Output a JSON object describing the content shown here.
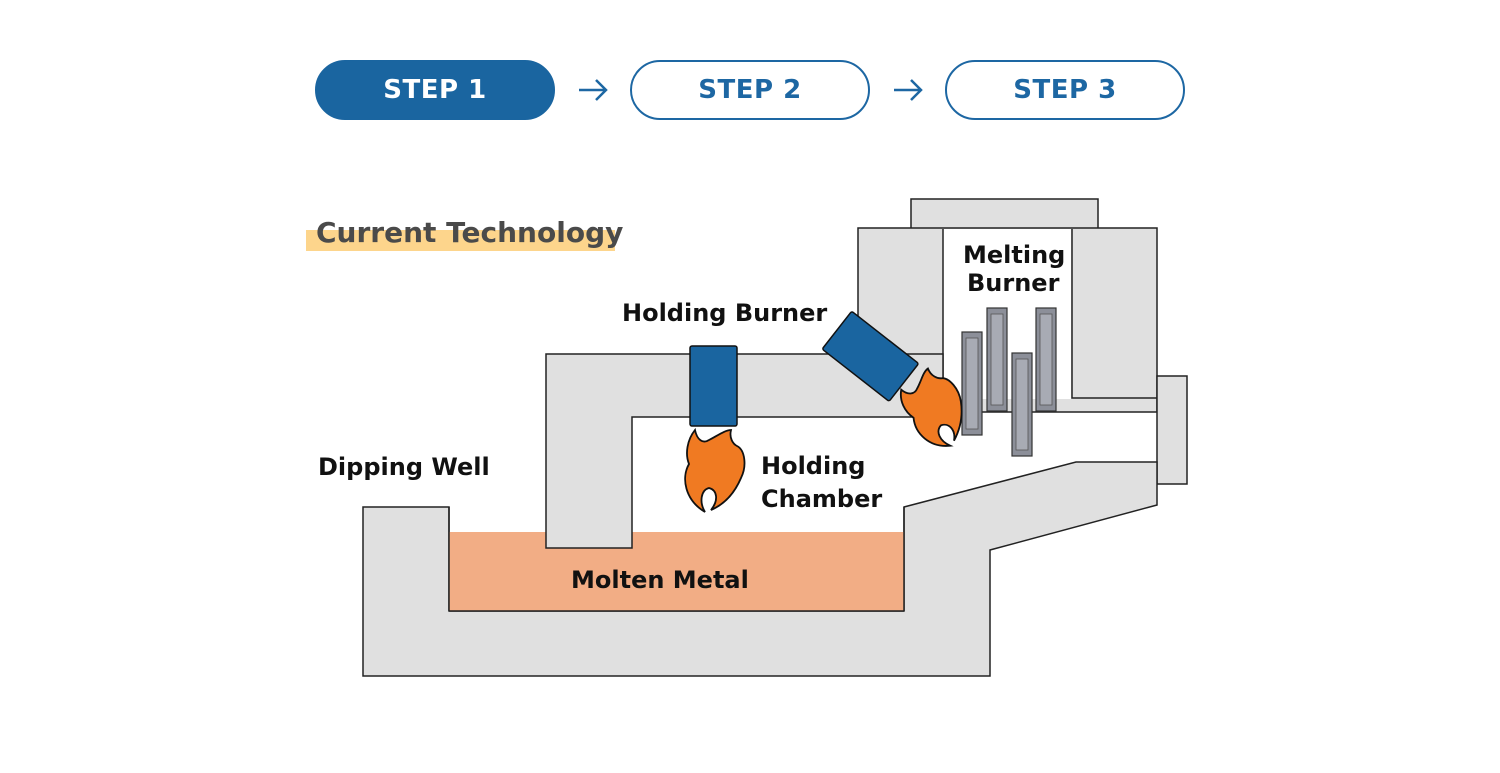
{
  "steps": [
    {
      "label": "STEP 1",
      "active": true
    },
    {
      "label": "STEP 2",
      "active": false
    },
    {
      "label": "STEP 3",
      "active": false
    }
  ],
  "section_title": "Current Technology",
  "labels": {
    "holding_burner": "Holding Burner",
    "melting_burner_line1": "Melting",
    "melting_burner_line2": "Burner",
    "dipping_well": "Dipping Well",
    "holding_chamber_line1": "Holding",
    "holding_chamber_line2": "Chamber",
    "molten_metal": "Molten Metal"
  },
  "colors": {
    "accent_blue": "#1a65a0",
    "wall_gray": "#e0e0e0",
    "molten_metal": "#f2ad85",
    "flame": "#f07a22",
    "highlight": "#fdd58c",
    "ingot": "#8c8f99"
  },
  "icons": [
    "arrow-right-icon",
    "flame-icon",
    "burner-icon",
    "ingot-icon"
  ]
}
